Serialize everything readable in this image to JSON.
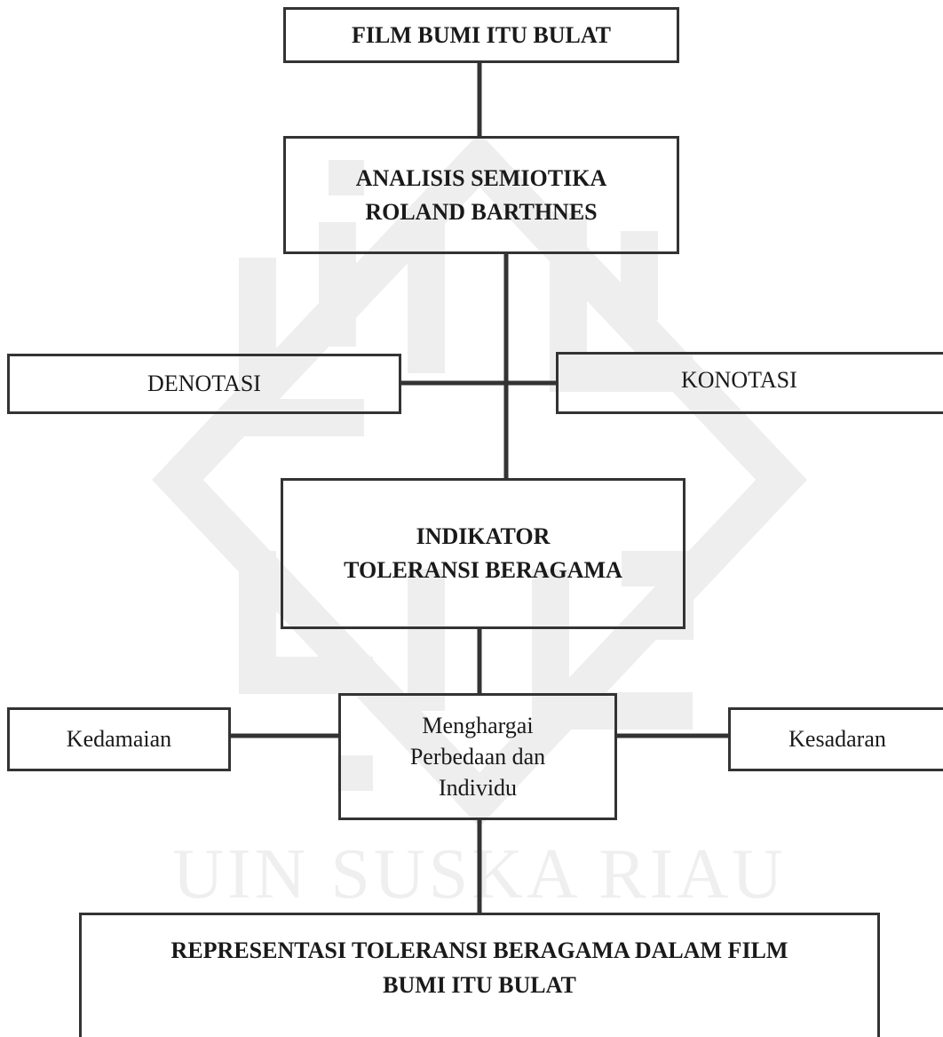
{
  "diagram": {
    "nodes": {
      "film": {
        "label": "FILM BUMI ITU BULAT"
      },
      "analisis": {
        "lines": [
          "ANALISIS SEMIOTIKA",
          "ROLAND BARTHNES"
        ]
      },
      "denotasi": {
        "label": "DENOTASI"
      },
      "konotasi": {
        "label": "KONOTASI"
      },
      "indikator": {
        "lines": [
          "INDIKATOR",
          "TOLERANSI BERAGAMA"
        ]
      },
      "menghargai": {
        "lines": [
          "Menghargai",
          "Perbedaan dan",
          "Individu"
        ]
      },
      "kedamaian": {
        "label": "Kedamaian"
      },
      "kesadaran": {
        "label": "Kesadaran"
      },
      "representasi": {
        "lines": [
          "REPRESENTASI TOLERANSI BERAGAMA DALAM FILM",
          "BUMI ITU BULAT"
        ]
      }
    },
    "edges": [
      [
        "film",
        "analisis"
      ],
      [
        "analisis",
        "indikator"
      ],
      [
        "denotasi",
        "analisis-indikator-link"
      ],
      [
        "konotasi",
        "analisis-indikator-link"
      ],
      [
        "indikator",
        "menghargai"
      ],
      [
        "kedamaian",
        "menghargai"
      ],
      [
        "kesadaran",
        "menghargai"
      ],
      [
        "menghargai",
        "representasi"
      ]
    ],
    "colors": {
      "stroke": "#333333",
      "text": "#1a1a1a",
      "watermark": "#eeeeee"
    }
  }
}
